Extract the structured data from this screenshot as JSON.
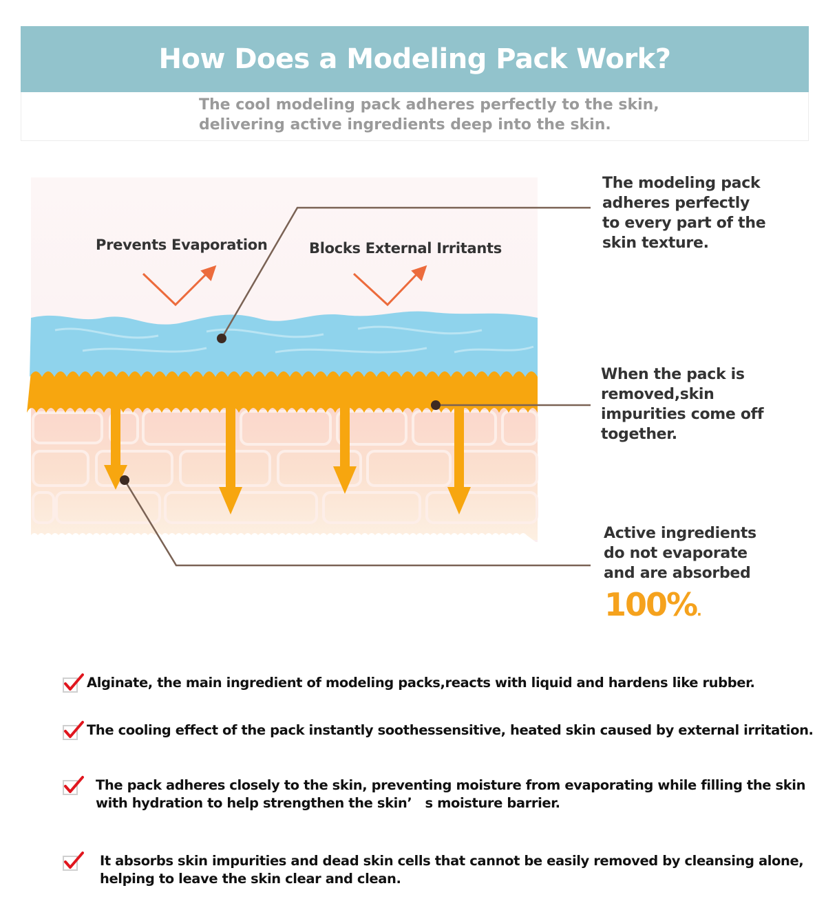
{
  "header": {
    "title": "How Does a Modeling Pack Work?",
    "subtitle_lines": [
      "The cool modeling pack adheres perfectly to the skin,",
      "delivering active ingredients deep into the skin."
    ]
  },
  "diagram": {
    "labels": {
      "evaporation": "Prevents Evaporation",
      "irritants": "Blocks External Irritants"
    },
    "callouts": {
      "adhesion": [
        "The modeling pack",
        "adheres perfectly",
        "to every part of the",
        "skin texture."
      ],
      "removal": [
        "When the pack is",
        "removed,skin",
        "impurities come off",
        "together."
      ],
      "absorption": [
        "Active ingredients",
        "do not evaporate",
        "and are absorbed"
      ],
      "percent": "100%",
      "percent_suffix": "."
    },
    "colors": {
      "pack_blue": "#8fd3ec",
      "layer_orange": "#f7a60f",
      "leader_brown": "#7a6254",
      "arrow_red": "#ec6b3c",
      "percent_orange": "#f5a21d",
      "header_teal": "#92c3cc"
    }
  },
  "benefits": [
    {
      "icon": "checkbox-checked-icon",
      "lines": [
        "Alginate, the main ingredient of modeling packs,reacts with liquid and hardens like rubber."
      ]
    },
    {
      "icon": "checkbox-checked-icon",
      "lines": [
        "The cooling effect of the pack instantly soothessensitive, heated skin caused by external irritation."
      ]
    },
    {
      "icon": "checkbox-checked-icon",
      "lines": [
        "The pack adheres closely to the skin, preventing moisture from evaporating while filling the skin",
        "with hydration to help strengthen the skin’　s moisture barrier."
      ]
    },
    {
      "icon": "checkbox-checked-icon",
      "lines": [
        "It absorbs skin impurities and dead skin cells that cannot be easily removed by cleansing alone,",
        "helping to leave the skin clear and clean."
      ]
    }
  ]
}
